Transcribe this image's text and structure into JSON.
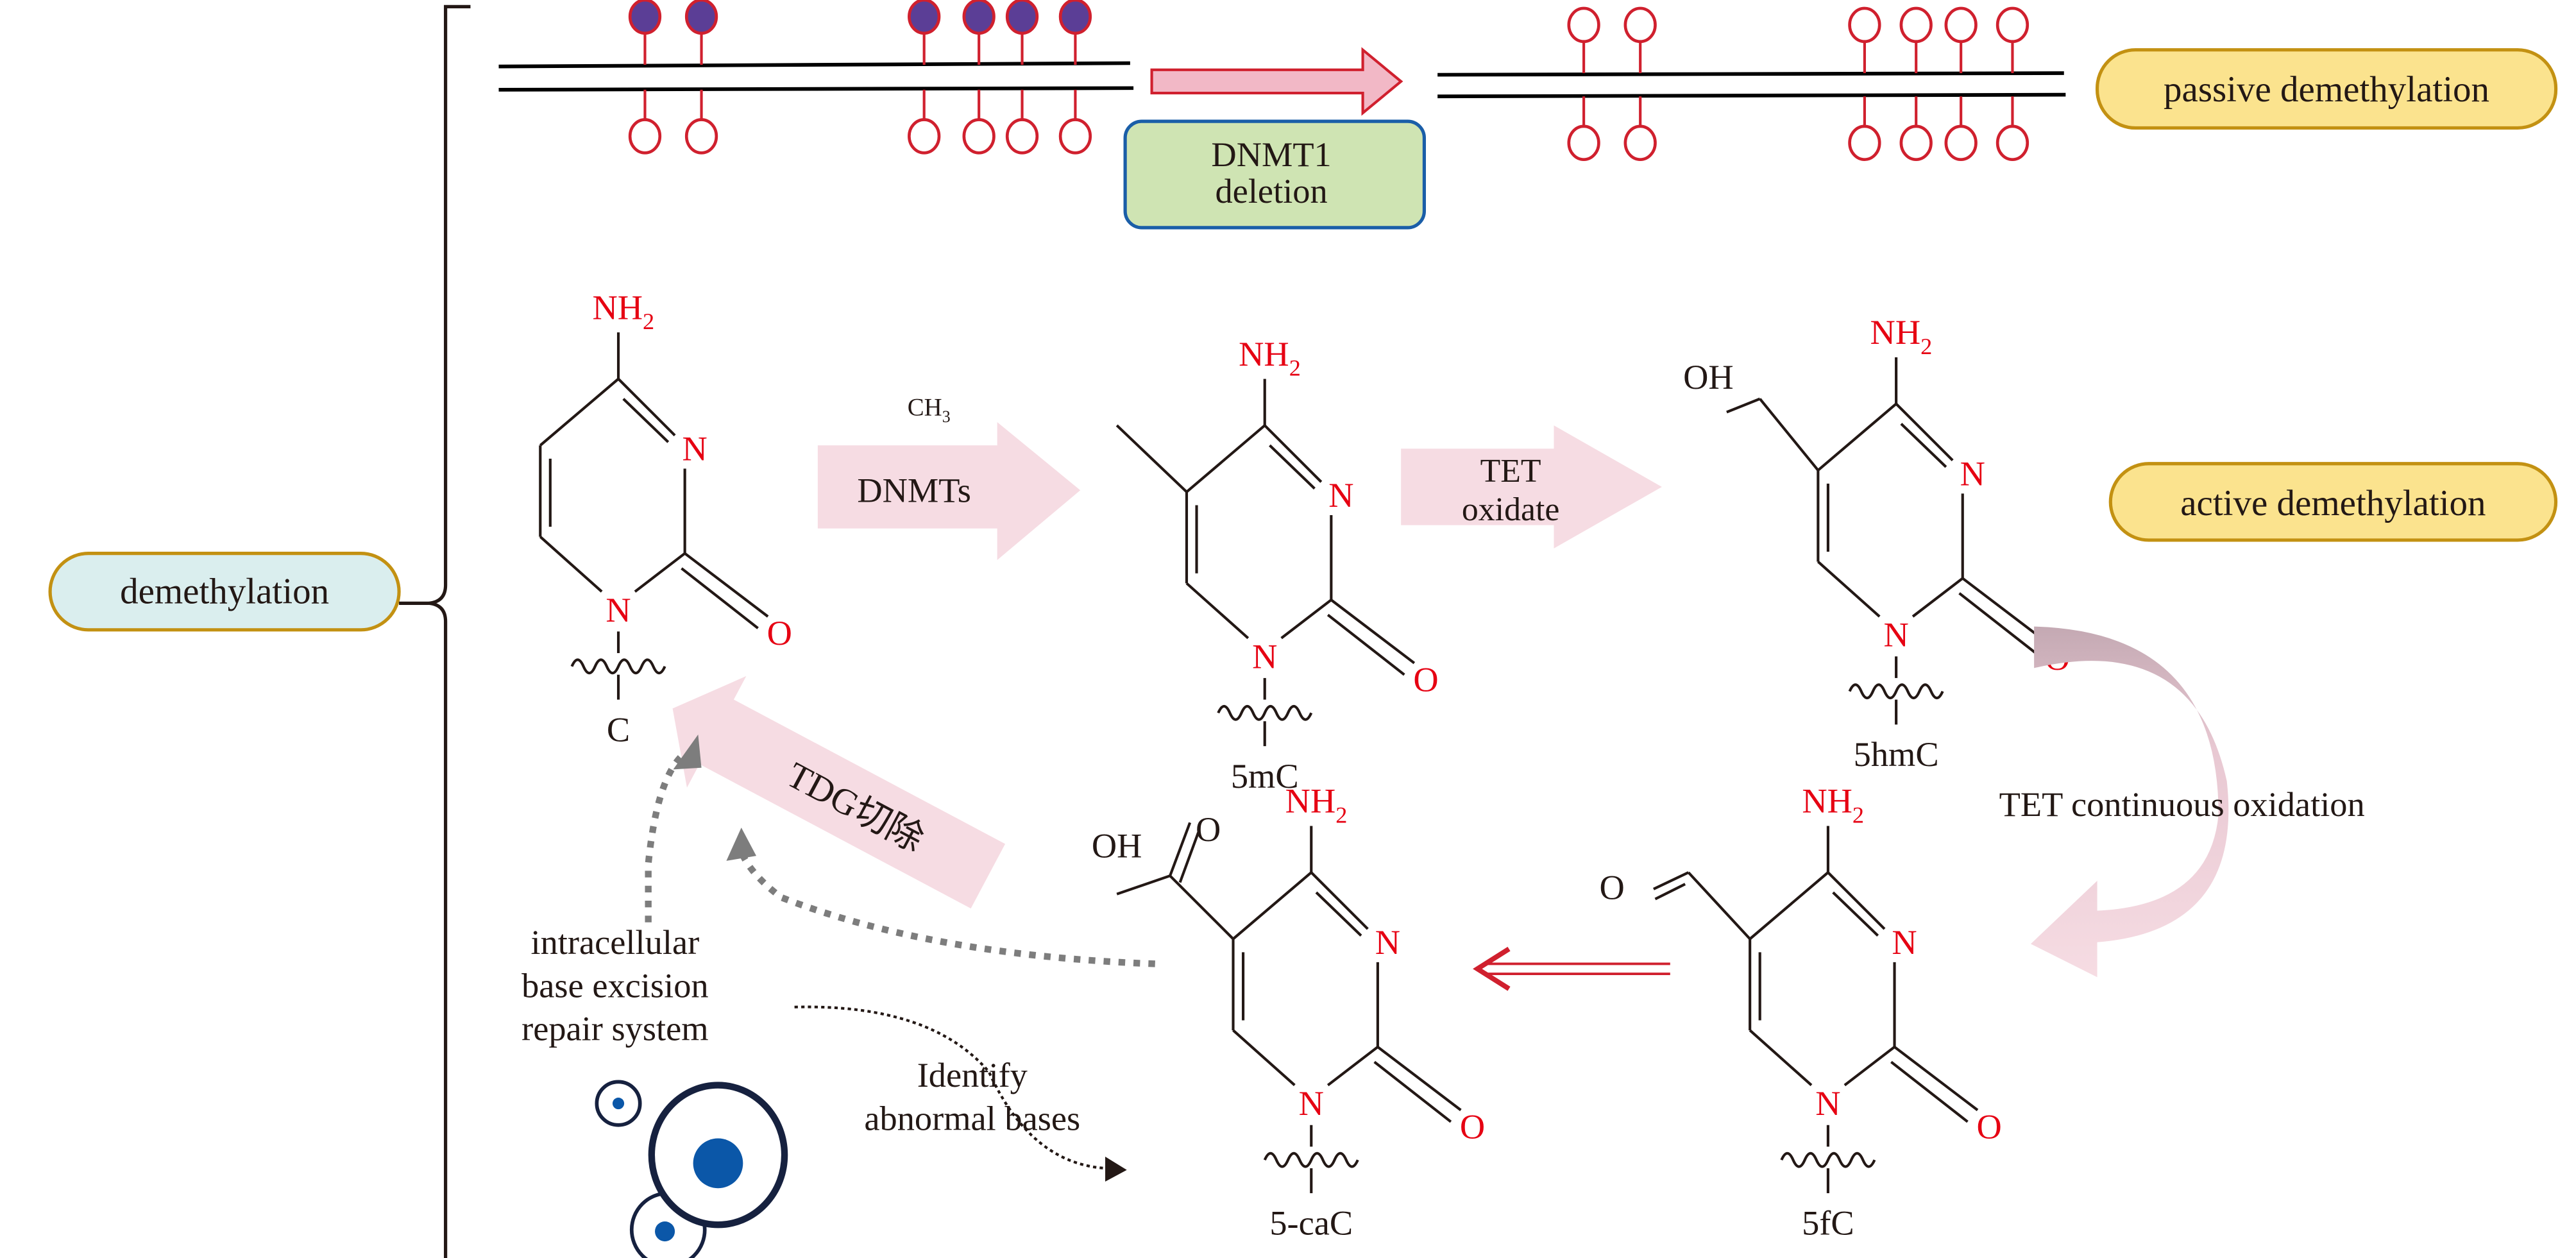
{
  "root_label": "demethylation",
  "passive": {
    "label": "passive demethylation",
    "arrow_label_line1": "DNMT1",
    "arrow_label_line2": "deletion",
    "methylated_sites": 6,
    "colors": {
      "methyl_fill": "#5b3e96",
      "site_stroke": "#d0202e",
      "arrow_fill": "#f2b8c6",
      "box_fill": "#cfe4b3",
      "box_stroke": "#1a5ea8"
    }
  },
  "active": {
    "label": "active demethylation",
    "step1_label": "DNMTs",
    "step1_reagent": "CH",
    "step1_reagent_sub": "3",
    "step2_line1": "TET",
    "step2_line2": "oxidate",
    "step3_label": "TET continuous oxidation",
    "step5_label": "TDG切除",
    "repair_line1": "intracellular",
    "repair_line2": "base excision",
    "repair_line3": "repair system",
    "identify_line1": "Identify",
    "identify_line2": "abnormal bases"
  },
  "molecules": [
    {
      "name": "C",
      "substituent": ""
    },
    {
      "name": "5mC",
      "substituent": ""
    },
    {
      "name": "5hmC",
      "substituent": "OH"
    },
    {
      "name": "5fC",
      "substituent": "O"
    },
    {
      "name": "5-caC",
      "substituent": "OH",
      "substituent2": "O"
    }
  ],
  "atoms": {
    "amine": "NH",
    "amine_sub": "2",
    "nitrogen": "N",
    "oxygen": "O"
  },
  "colors": {
    "heteroatom": "#e60012",
    "pill_blue_fill": "#daeeee",
    "pill_yellow_fill": "#fbe38e",
    "pill_stroke": "#c39112",
    "pink_arrow": "#f6dce3",
    "mauve_arrow": "#c4a9b3",
    "cell_dark": "#16213f",
    "cell_blue": "#0b57a8"
  }
}
